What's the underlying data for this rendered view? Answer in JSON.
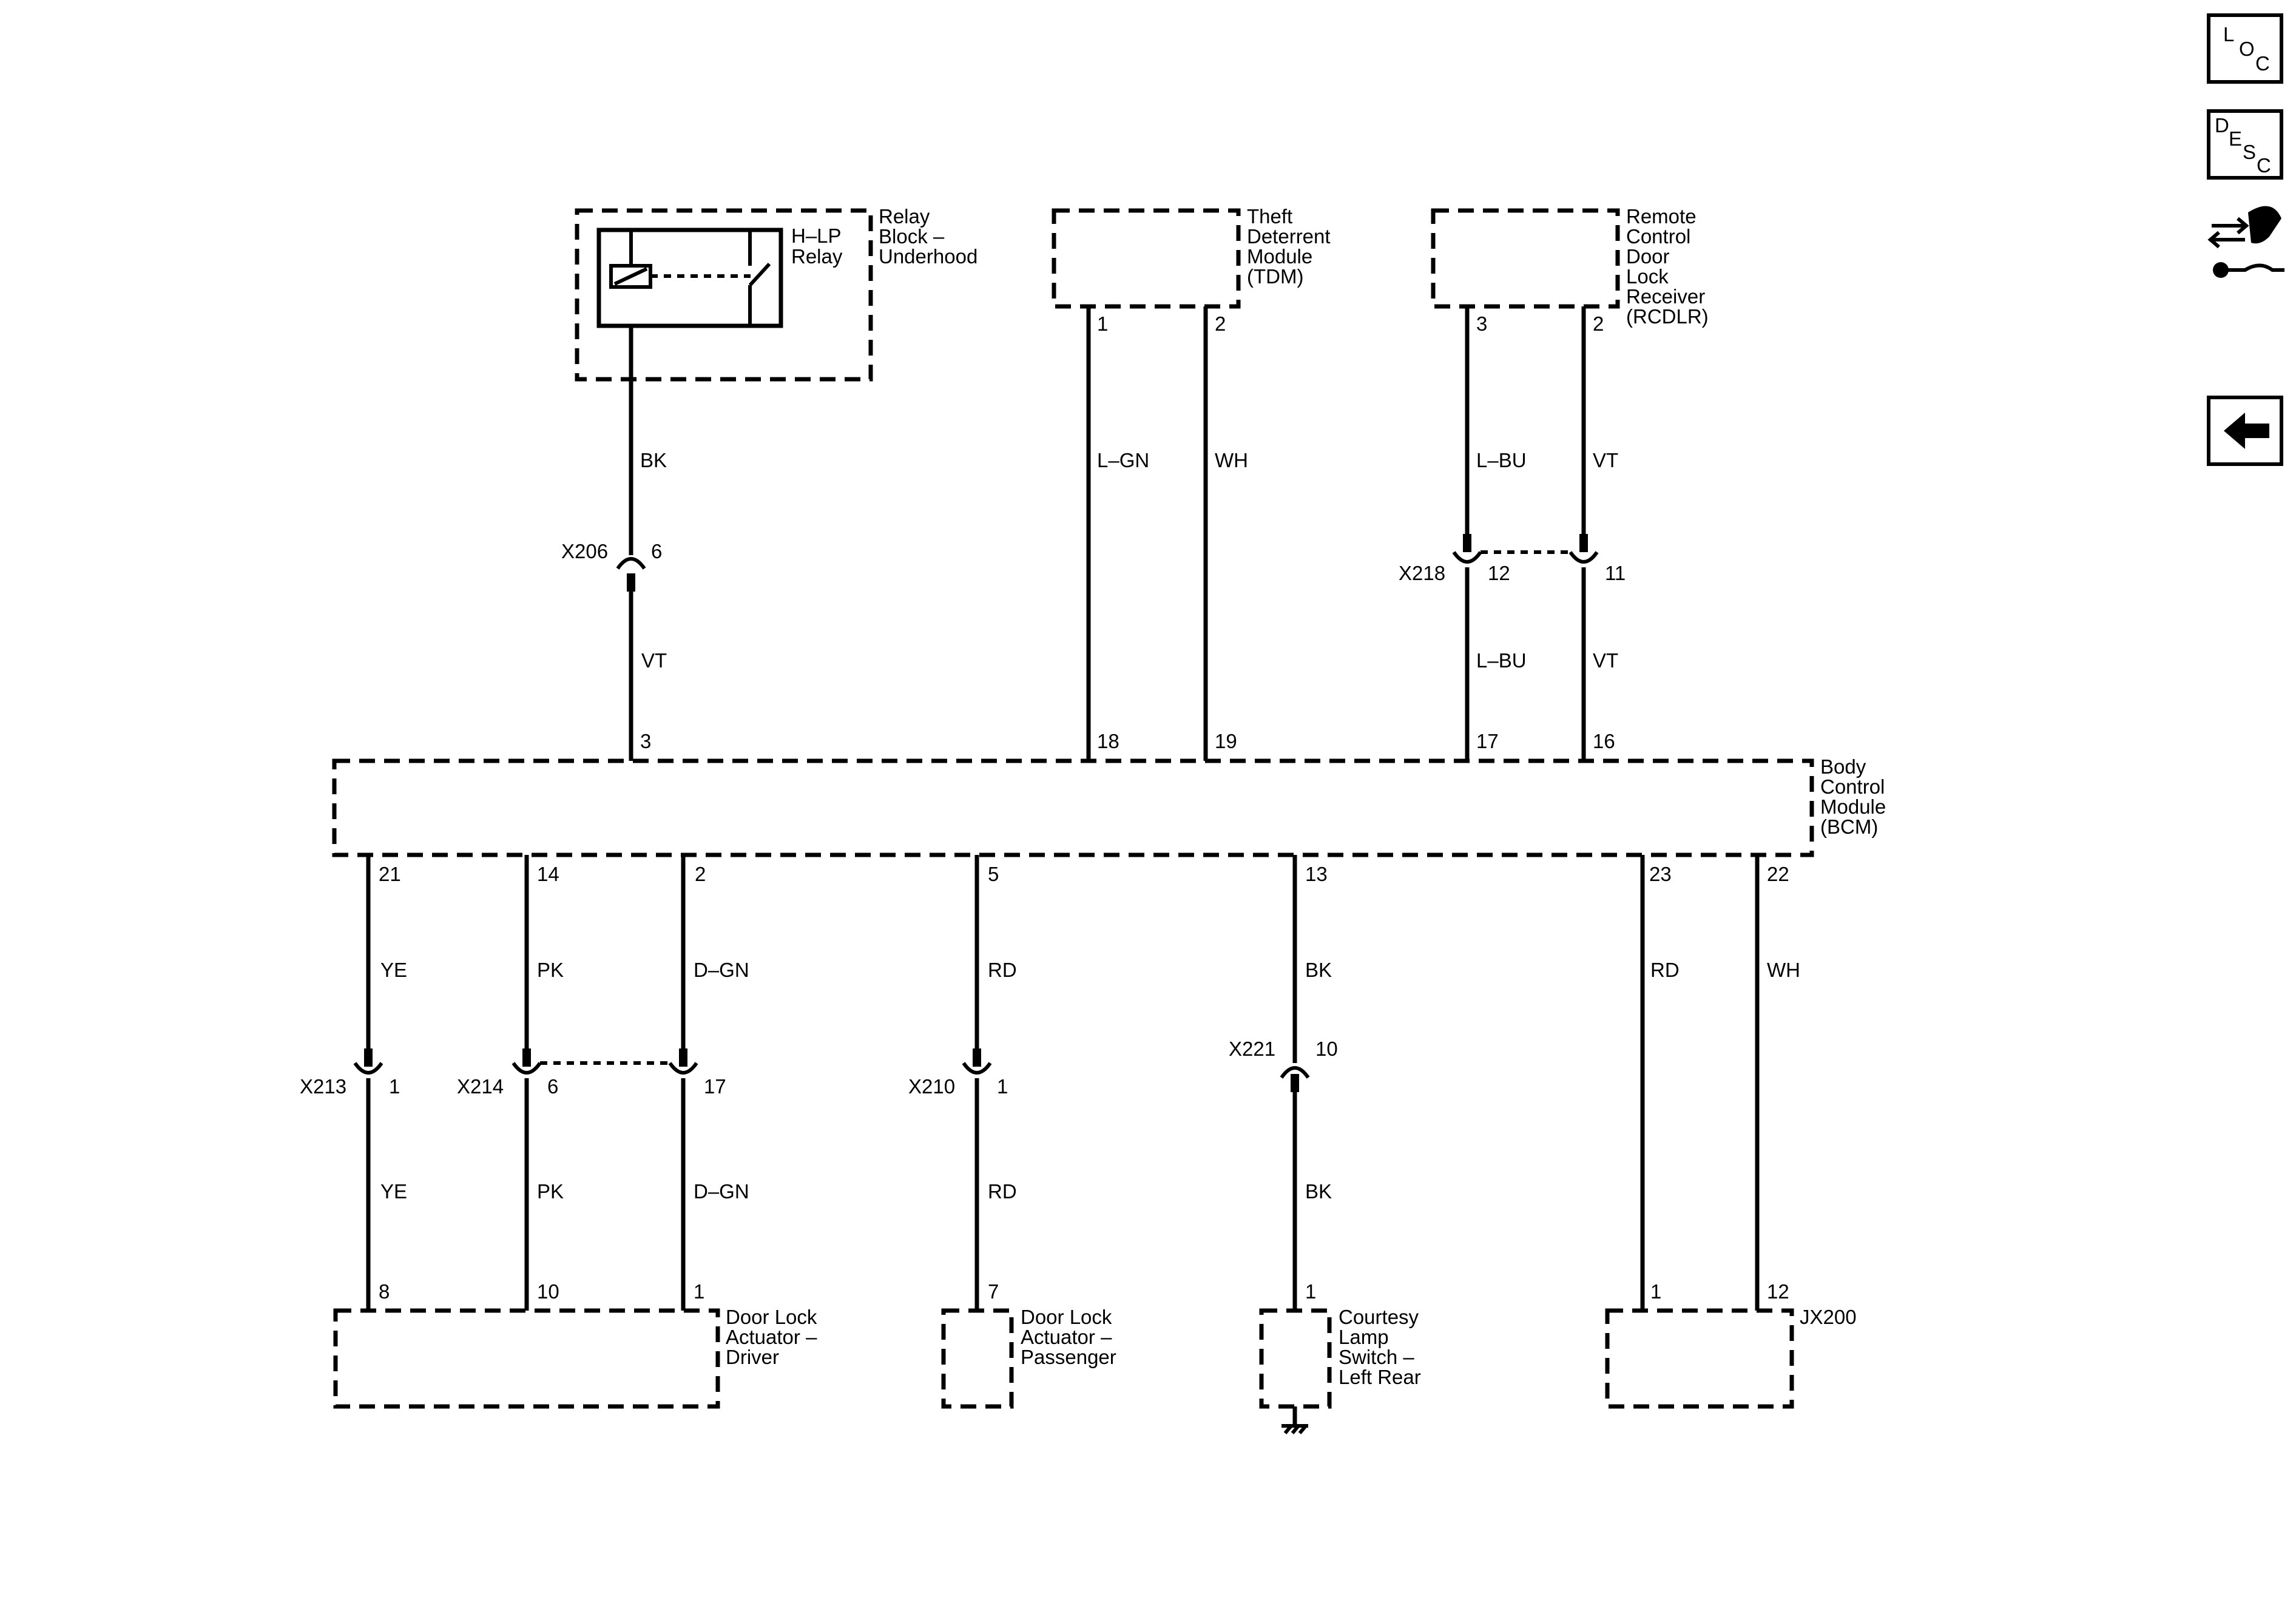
{
  "nav": {
    "loc": [
      "L",
      "O",
      "C"
    ],
    "desc": [
      "D",
      "E",
      "S",
      "C"
    ],
    "connector_icon": "connector-tools-icon",
    "back_icon": "back-arrow-icon"
  },
  "components": {
    "relay": {
      "block": [
        "Relay",
        "Block –",
        "Underhood"
      ],
      "relay": [
        "H–LP",
        "Relay"
      ]
    },
    "tdm": [
      "Theft",
      "Deterrent",
      "Module",
      "(TDM)"
    ],
    "rcdlr": [
      "Remote",
      "Control",
      "Door",
      "Lock",
      "Receiver",
      "(RCDLR)"
    ],
    "bcm": [
      "Body",
      "Control",
      "Module",
      "(BCM)"
    ],
    "door_lock_driver": [
      "Door Lock",
      "Actuator –",
      "Driver"
    ],
    "door_lock_passenger": [
      "Door Lock",
      "Actuator –",
      "Passenger"
    ],
    "courtesy_lamp": [
      "Courtesy",
      "Lamp",
      "Switch –",
      "Left Rear"
    ],
    "jx200": [
      "JX200"
    ]
  },
  "top_circuits": [
    {
      "id": "relay",
      "src_pin": "",
      "upper_color": "BK",
      "connector": "X206",
      "connector_pin": "6",
      "lower_color": "VT",
      "bcm_pin": "3"
    },
    {
      "id": "tdm1",
      "src_pin": "1",
      "upper_color": "L–GN",
      "connector": "",
      "connector_pin": "",
      "lower_color": "",
      "bcm_pin": "18"
    },
    {
      "id": "tdm2",
      "src_pin": "2",
      "upper_color": "WH",
      "connector": "",
      "connector_pin": "",
      "lower_color": "",
      "bcm_pin": "19"
    },
    {
      "id": "rcdlr3",
      "src_pin": "3",
      "upper_color": "L–BU",
      "connector": "X218",
      "connector_pin": "12",
      "lower_color": "L–BU",
      "bcm_pin": "17"
    },
    {
      "id": "rcdlr2",
      "src_pin": "2",
      "upper_color": "VT",
      "connector": "",
      "connector_pin": "11",
      "lower_color": "VT",
      "bcm_pin": "16"
    }
  ],
  "bottom_circuits": [
    {
      "id": "c21",
      "bcm_pin": "21",
      "upper_color": "YE",
      "connector": "X213",
      "connector_pin": "1",
      "lower_color": "YE",
      "dest_pin": "8"
    },
    {
      "id": "c14",
      "bcm_pin": "14",
      "upper_color": "PK",
      "connector": "X214",
      "connector_pin": "6",
      "lower_color": "PK",
      "dest_pin": "10"
    },
    {
      "id": "c2",
      "bcm_pin": "2",
      "upper_color": "D–GN",
      "connector": "",
      "connector_pin": "17",
      "lower_color": "D–GN",
      "dest_pin": "1"
    },
    {
      "id": "c5",
      "bcm_pin": "5",
      "upper_color": "RD",
      "connector": "X210",
      "connector_pin": "1",
      "lower_color": "RD",
      "dest_pin": "7"
    },
    {
      "id": "c13",
      "bcm_pin": "13",
      "upper_color": "BK",
      "connector": "X221",
      "connector_pin": "10",
      "lower_color": "BK",
      "dest_pin": "1"
    },
    {
      "id": "c23",
      "bcm_pin": "23",
      "upper_color": "RD",
      "connector": "",
      "connector_pin": "",
      "lower_color": "",
      "dest_pin": "1"
    },
    {
      "id": "c22",
      "bcm_pin": "22",
      "upper_color": "WH",
      "connector": "",
      "connector_pin": "",
      "lower_color": "",
      "dest_pin": "12"
    }
  ]
}
